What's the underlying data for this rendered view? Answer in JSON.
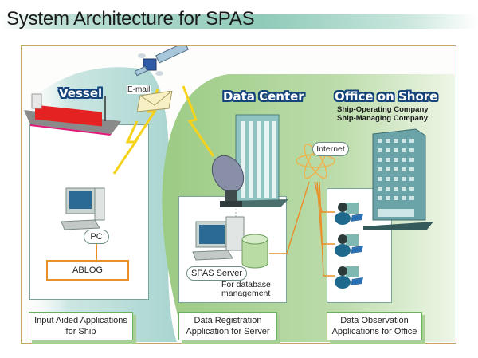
{
  "title": "System Architecture for SPAS",
  "sections": {
    "vessel": {
      "label": "Vessel"
    },
    "data_center": {
      "label": "Data Center"
    },
    "office": {
      "label": "Office on Shore",
      "subtitle_1": "Ship-Operating Company",
      "subtitle_2": "Ship-Managing Company"
    }
  },
  "nodes": {
    "email": "E-mail",
    "pc": "PC",
    "ablog": "ABLOG",
    "internet": "Internet",
    "spas_server": "SPAS Server",
    "db_note_1": "For database",
    "db_note_2": "management"
  },
  "applications": [
    {
      "line1": "Input Aided Applications",
      "line2": "for Ship"
    },
    {
      "line1": "Data Registration",
      "line2": "Application for Server"
    },
    {
      "line1": "Data Observation",
      "line2": "Applications for Office"
    }
  ],
  "icons": [
    "satellite-icon",
    "container-ship-icon",
    "envelope-icon",
    "lightning-icon",
    "desktop-pc-icon",
    "office-tower-icon",
    "satellite-dish-icon",
    "server-icon",
    "database-cylinder-icon",
    "internet-atom-icon",
    "office-building-icon",
    "operator-workstation-icon"
  ],
  "colors": {
    "accent_green": "#a9cf8f",
    "water_blue": "#bfe0dc",
    "link_orange": "#e8902a",
    "label_navy": "#15447a",
    "lightning_yellow": "#f5d21c"
  }
}
